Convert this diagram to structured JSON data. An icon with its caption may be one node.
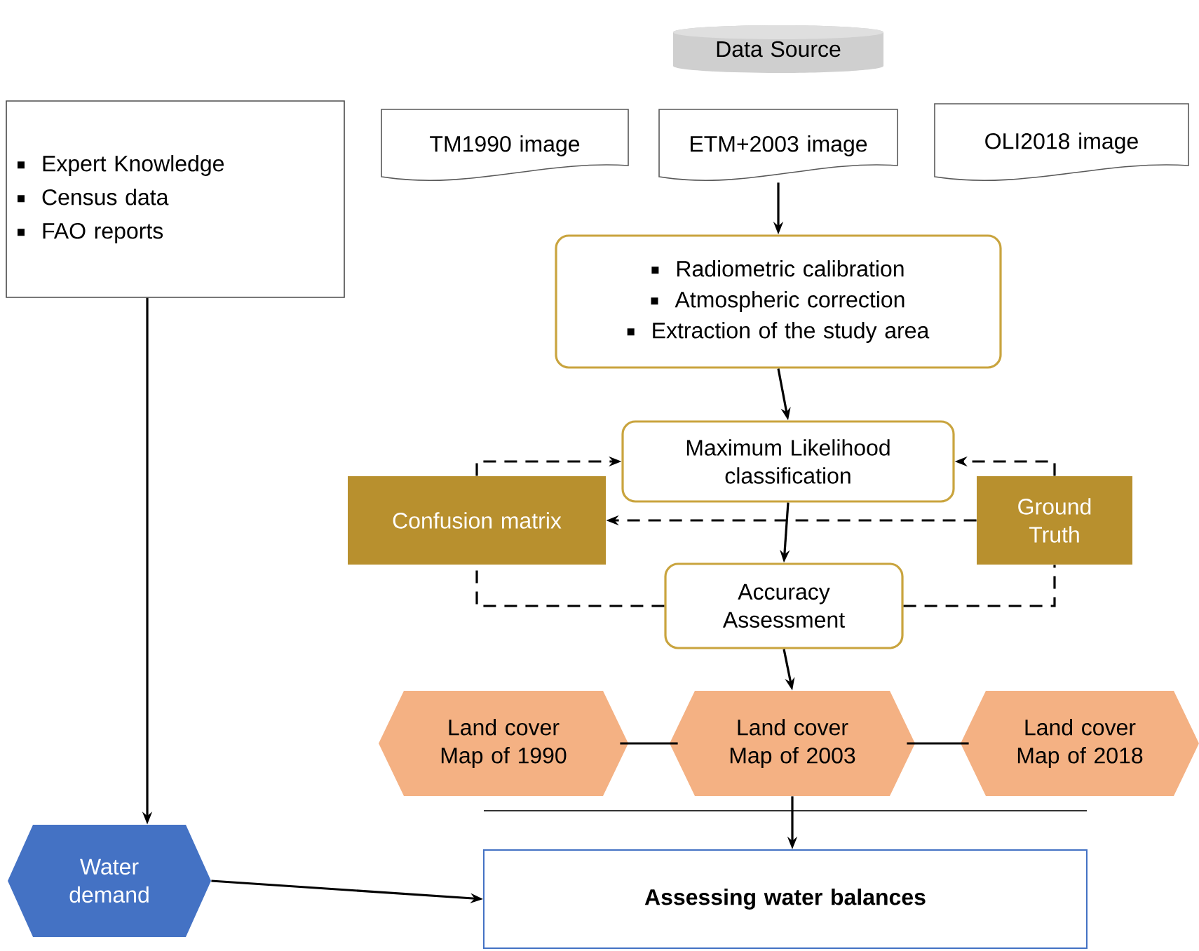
{
  "diagram": {
    "nodes": [
      {
        "text": [
          "Data Source"
        ]
      },
      {
        "text": [
          "TM1990 image"
        ]
      },
      {
        "text": [
          "ETM+2003 image"
        ]
      },
      {
        "text": [
          "OLI2018 image"
        ]
      },
      {
        "text": [
          "Expert Knowledge",
          "Census data",
          "FAO reports"
        ]
      },
      {
        "text": [
          "Radiometric calibration",
          "Atmospheric correction",
          "Extraction of the study area"
        ]
      },
      {
        "text": [
          "Maximum Likelihood classification"
        ]
      },
      {
        "text": [
          "Confusion matrix"
        ]
      },
      {
        "text": [
          "Ground Truth"
        ]
      },
      {
        "text": [
          "Accuracy Assessment"
        ]
      },
      {
        "text": [
          "Land cover Map of 1990"
        ]
      },
      {
        "text": [
          "Land cover Map of 2003"
        ]
      },
      {
        "text": [
          "Land cover Map of 2018"
        ]
      },
      {
        "text": [
          "Water demand"
        ]
      },
      {
        "text": [
          "Assessing water balances"
        ]
      }
    ],
    "edges": [
      {
        "from": 2,
        "to": 5,
        "arrow": "to"
      },
      {
        "from": 5,
        "to": 6,
        "arrow": "to"
      },
      {
        "from": 6,
        "to": 9,
        "arrow": "to"
      },
      {
        "from": 7,
        "to": 6,
        "arrow": "to",
        "style": "dashed"
      },
      {
        "from": 8,
        "to": 6,
        "arrow": "to",
        "style": "dashed"
      },
      {
        "from": 8,
        "to": 7,
        "arrow": "to",
        "style": "dashed"
      },
      {
        "from": 9,
        "to": 7,
        "arrow": "none",
        "style": "dashed"
      },
      {
        "from": 9,
        "to": 8,
        "arrow": "none",
        "style": "dashed"
      },
      {
        "from": 9,
        "to": 11,
        "arrow": "to"
      },
      {
        "from": 10,
        "to": 11,
        "arrow": "none"
      },
      {
        "from": 11,
        "to": 12,
        "arrow": "none"
      },
      {
        "from": 11,
        "to": 14,
        "arrow": "to"
      },
      {
        "from": 4,
        "to": 13,
        "arrow": "to"
      },
      {
        "from": 13,
        "to": 14,
        "arrow": "to"
      }
    ]
  }
}
